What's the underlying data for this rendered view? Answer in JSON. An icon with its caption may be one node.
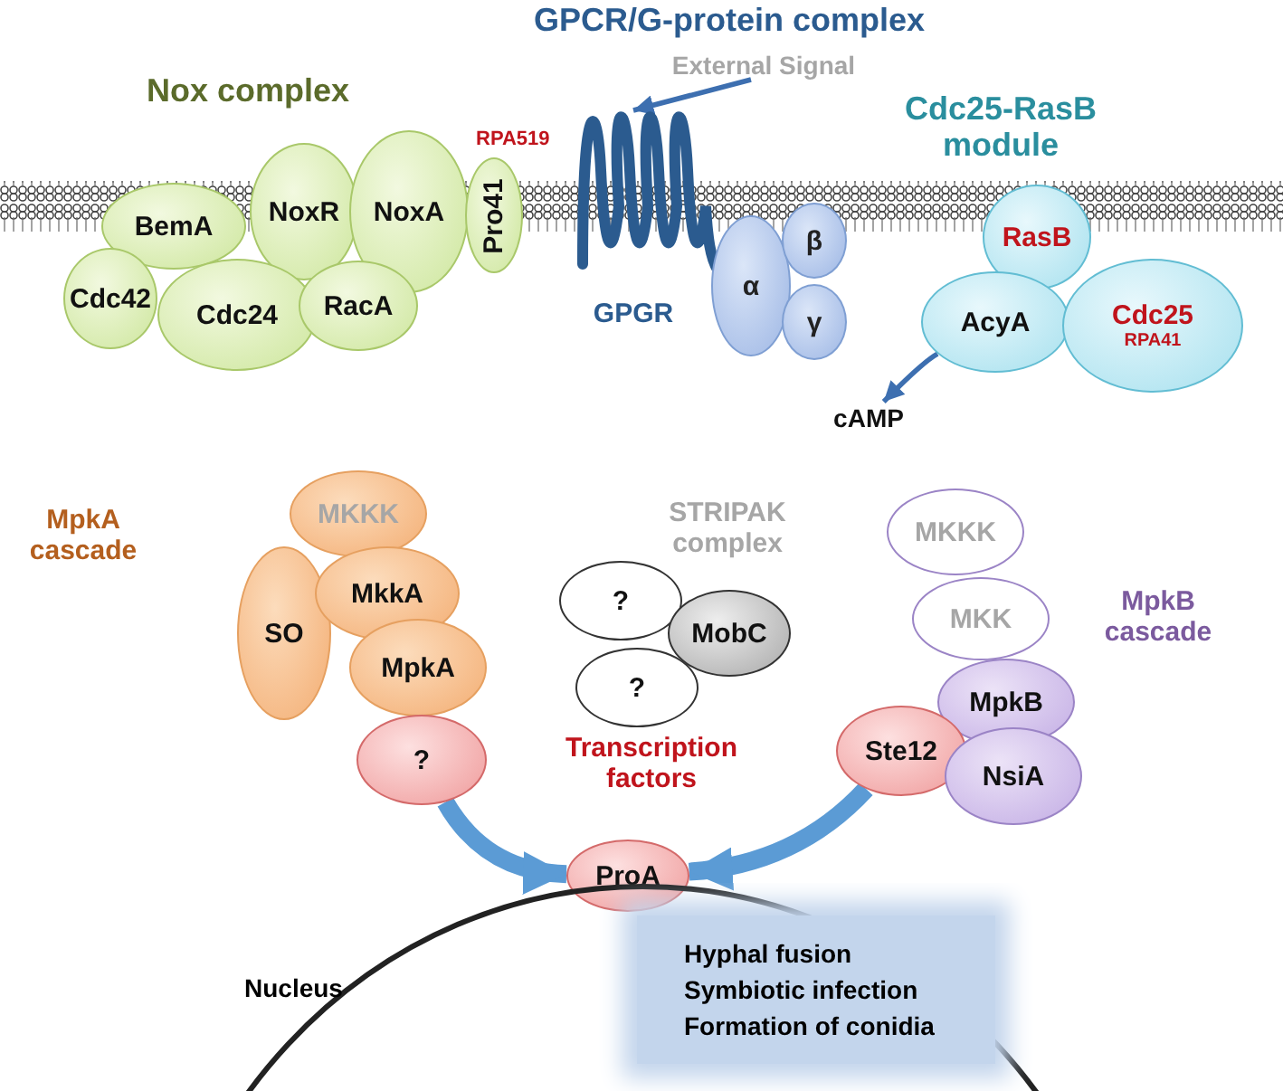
{
  "diagram": {
    "nodes": [
      {
        "text": [
          "External Signal"
        ]
      },
      {
        "text": [
          "GPGR"
        ]
      },
      {
        "text": [
          "BemA"
        ]
      },
      {
        "text": [
          "NoxR"
        ]
      },
      {
        "text": [
          "NoxA"
        ]
      },
      {
        "text": [
          "Pro41"
        ],
        "beside": [
          "RPA519"
        ]
      },
      {
        "text": [
          "Cdc42"
        ]
      },
      {
        "text": [
          "Cdc24"
        ]
      },
      {
        "text": [
          "RacA"
        ]
      },
      {
        "text": [
          "α"
        ]
      },
      {
        "text": [
          "β"
        ]
      },
      {
        "text": [
          "γ"
        ]
      },
      {
        "text": [
          "RasB"
        ]
      },
      {
        "text": [
          "AcyA"
        ]
      },
      {
        "text": [
          "Cdc25",
          "RPA41"
        ]
      },
      {
        "text": [
          "cAMP"
        ]
      },
      {
        "text": [
          "MKKK"
        ]
      },
      {
        "text": [
          "SO"
        ]
      },
      {
        "text": [
          "MkkA"
        ]
      },
      {
        "text": [
          "MpkA"
        ]
      },
      {
        "text": [
          "?"
        ]
      },
      {
        "text": [
          "MobC"
        ]
      },
      {
        "text": [
          "?"
        ]
      },
      {
        "text": [
          "MKKK"
        ]
      },
      {
        "text": [
          "MKK"
        ]
      },
      {
        "text": [
          "MpkB"
        ]
      },
      {
        "text": [
          "?"
        ]
      },
      {
        "text": [
          "Ste12"
        ]
      },
      {
        "text": [
          "NsiA"
        ]
      },
      {
        "text": [
          "ProA"
        ]
      },
      {
        "text": [
          "Nucleus"
        ]
      },
      {
        "text": [
          "Hyphal fusion",
          "Symbiotic infection",
          "Formation of conidia"
        ],
        "in": 30
      }
    ],
    "edges": [
      {
        "from": 0,
        "to": 1,
        "arrow": "to"
      },
      {
        "from": 13,
        "to": 15,
        "arrow": "to"
      },
      {
        "from": 26,
        "to": 29,
        "arrow": "to",
        "style": "thick"
      },
      {
        "from": 27,
        "to": 29,
        "arrow": "to",
        "style": "thick"
      }
    ],
    "labels": [
      "GPCR/G-protein complex",
      "Nox complex",
      "Cdc25-RasB module",
      "MpkA cascade",
      "STRIPAK complex",
      "MpkB cascade",
      "Transcription factors"
    ]
  }
}
